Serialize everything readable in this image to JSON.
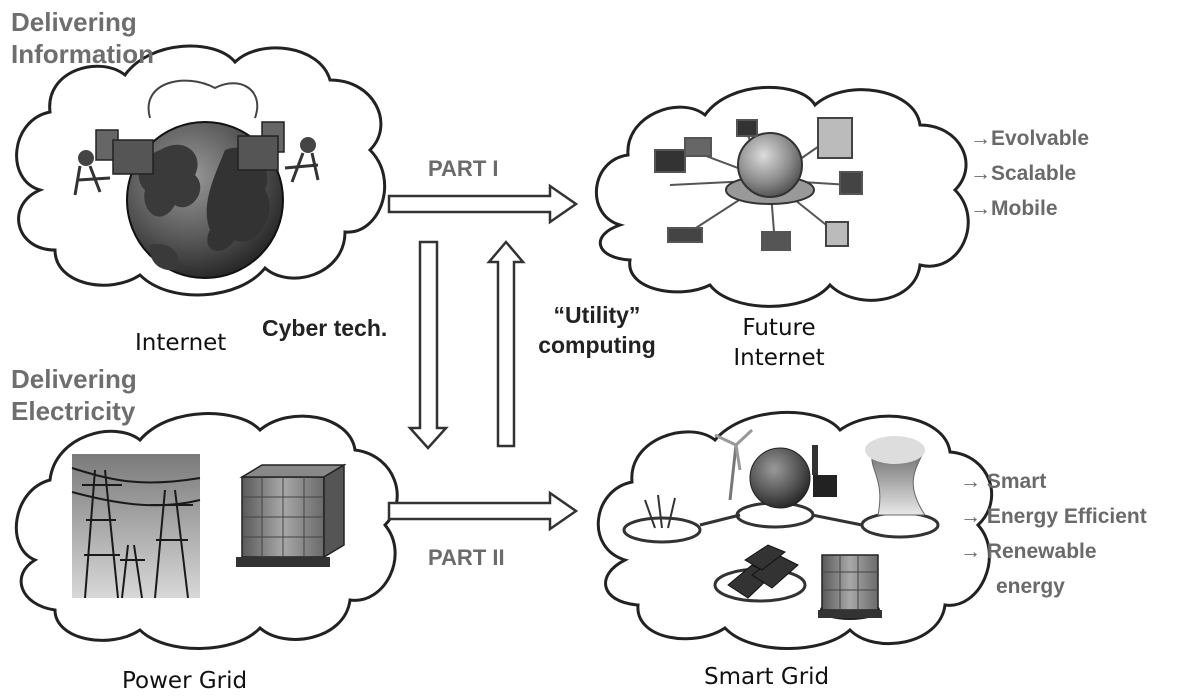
{
  "sections": {
    "information": [
      "Delivering",
      "Information"
    ],
    "electricity": [
      "Delivering",
      "Electricity"
    ]
  },
  "nodes": {
    "internet": "Internet",
    "future_internet": [
      "Future",
      "Internet"
    ],
    "power_grid": "Power Grid",
    "smart_grid": "Smart Grid"
  },
  "arrows": {
    "part1": "PART I",
    "part2": "PART II",
    "cyber": "Cyber tech.",
    "utility": [
      "“Utility”",
      "computing"
    ]
  },
  "future_internet_features": [
    "→Evolvable",
    "→Scalable",
    "→Mobile"
  ],
  "smart_grid_features": [
    "→ Smart",
    "→ Energy Efficient",
    "→ Renewable",
    "energy"
  ]
}
